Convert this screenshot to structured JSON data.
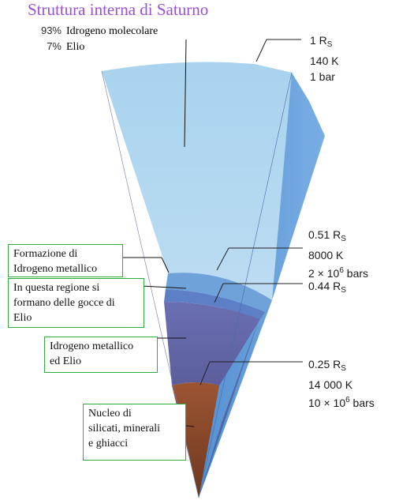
{
  "title": "Struttura interna di Saturno",
  "composition": [
    {
      "percent": "93%",
      "name": "Idrogeno molecolare"
    },
    {
      "percent": "7%",
      "name": "Elio"
    }
  ],
  "surface": {
    "radius": "1 R",
    "radius_sub": "S",
    "temperature": "140 K",
    "pressure": "1 bar"
  },
  "boundary_051": {
    "radius": "0.51 R",
    "radius_sub": "S",
    "temperature": "8000 K",
    "pressure_a": "2 × 10",
    "pressure_exp": "6",
    "pressure_b": " bars"
  },
  "boundary_044": {
    "radius": "0.44  R",
    "radius_sub": "S"
  },
  "boundary_025": {
    "radius": "0.25 R",
    "radius_sub": "S",
    "temperature": "14 000 K",
    "pressure_a": "10 × 10",
    "pressure_exp": "6",
    "pressure_b": " bars"
  },
  "boxes": {
    "formazione": "Formazione di\nIdrogeno metallico",
    "gocce": "In questa regione si\nformano delle gocce di\nElio",
    "metallico": "Idrogeno metallico\ned Elio",
    "nucleo": "Nucleo di\nsilicati, minerali\ne ghiacci"
  },
  "colors": {
    "title": "#9b4fd6",
    "molecular_front": "#a9d3ee",
    "molecular_side": "#5f97d4",
    "transition": "#6fa2d8",
    "helium_rain": "#5d7fc6",
    "metallic": "#6466a8",
    "core": "#8a4a2a",
    "box_border": "#2fae3e"
  }
}
